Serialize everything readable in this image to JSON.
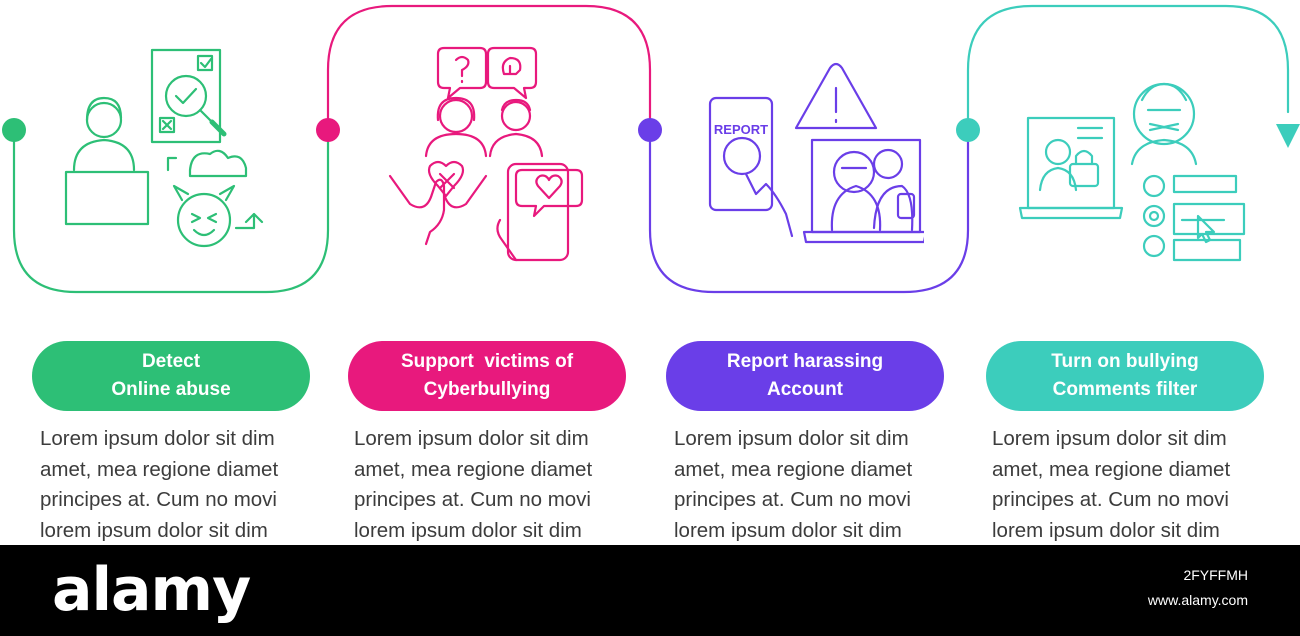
{
  "steps": [
    {
      "title": [
        "Detect",
        "Online abuse"
      ],
      "color": "#2dbf76",
      "icon": "online-abuse-detection-icon",
      "text": [
        "Lorem ipsum dolor sit dim",
        "amet, mea regione diamet",
        "principes at. Cum no movi",
        "lorem ipsum dolor sit dim"
      ]
    },
    {
      "title": [
        "Support  victims of",
        "Cyberbullying"
      ],
      "color": "#e8197d",
      "icon": "support-victims-icon",
      "text": [
        "Lorem ipsum dolor sit dim",
        "amet, mea regione diamet",
        "principes at. Cum no movi",
        "lorem ipsum dolor sit dim"
      ]
    },
    {
      "title": [
        "Report harassing",
        "Account"
      ],
      "color": "#6a3ee8",
      "icon": "report-account-icon",
      "text": [
        "Lorem ipsum dolor sit dim",
        "amet, mea regione diamet",
        "principes at. Cum no movi",
        "lorem ipsum dolor sit dim"
      ]
    },
    {
      "title": [
        "Turn on bullying",
        "Comments filter"
      ],
      "color": "#3ccdbc",
      "icon": "comments-filter-icon",
      "text": [
        "Lorem ipsum dolor sit dim",
        "amet, mea regione diamet",
        "principes at. Cum no movi",
        "lorem ipsum dolor sit dim"
      ]
    }
  ],
  "footer": {
    "logo": "alamy",
    "image_id": "2FYFFMH",
    "site": "www.alamy.com"
  }
}
